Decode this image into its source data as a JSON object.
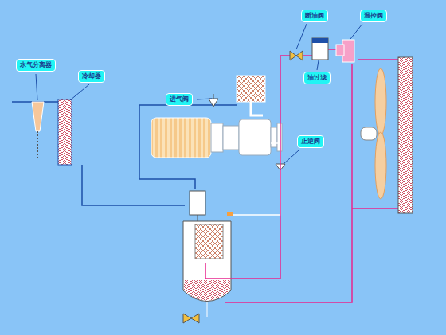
{
  "diagram": {
    "nodes": [
      {
        "text": [
          "水气分离器"
        ]
      },
      {
        "text": [
          "冷却器"
        ]
      },
      {
        "text": [
          "进气阀"
        ]
      },
      {
        "text": [
          "断油阀"
        ]
      },
      {
        "text": [
          "温控阀"
        ]
      },
      {
        "text": [
          "油过滤"
        ]
      },
      {
        "text": [
          "止逆阀"
        ]
      }
    ]
  }
}
